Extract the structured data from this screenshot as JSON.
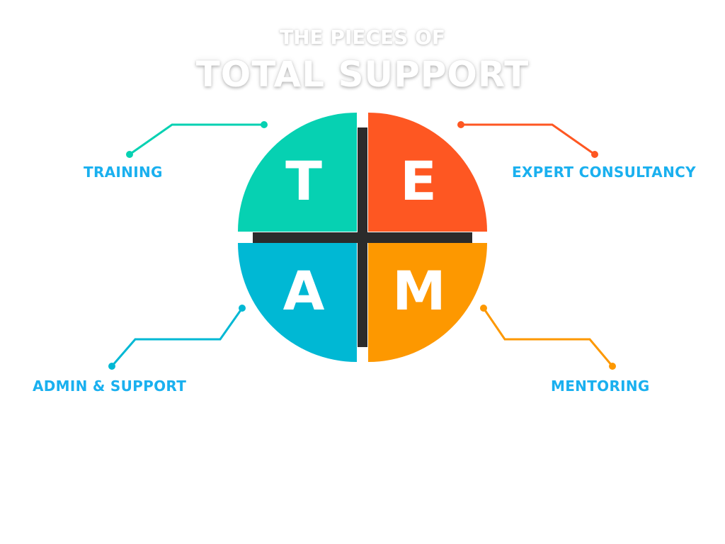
{
  "header": {
    "subtitle": "THE PIECES OF",
    "title": "TOTAL SUPPORT"
  },
  "diagram": {
    "quadrants": [
      {
        "id": "top-left",
        "letter": "T",
        "label": "TRAINING",
        "color": "#06d1b2"
      },
      {
        "id": "top-right",
        "letter": "E",
        "label": "EXPERT CONSULTANCY",
        "color": "#fe5722"
      },
      {
        "id": "bottom-left",
        "letter": "A",
        "label": "ADMIN & SUPPORT",
        "color": "#00b8d4"
      },
      {
        "id": "bottom-right",
        "letter": "M",
        "label": "MENTORING",
        "color": "#fd9800"
      }
    ],
    "divider_color": "#2b2b2b",
    "label_color": "#1ab0ef"
  }
}
